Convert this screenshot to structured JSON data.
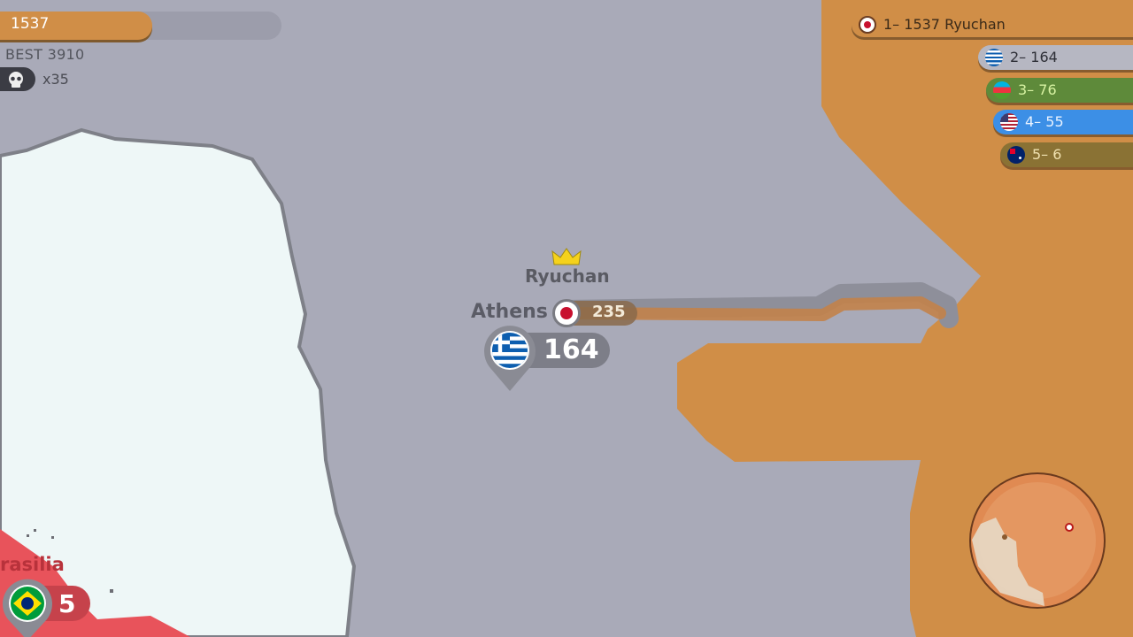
{
  "hud": {
    "score": "1537",
    "best": "BEST 3910",
    "kills": "x35"
  },
  "leaderboard": [
    {
      "rank_text": "1– 1537 Ryuchan",
      "flag": "japan-flag-icon",
      "bg": "#d08e47",
      "fg": "#3a2a18"
    },
    {
      "rank_text": "2– 164",
      "flag": "greece-flag-icon",
      "bg": "#b6b7c2",
      "fg": "#2e2f37"
    },
    {
      "rank_text": "3– 76",
      "flag": "azerbaijan-flag-icon",
      "bg": "#5e8a3a",
      "fg": "#d7f2a2"
    },
    {
      "rank_text": "4– 55",
      "flag": "usa-flag-icon",
      "bg": "#3c8fe6",
      "fg": "#e8f2ff"
    },
    {
      "rank_text": "5– 6",
      "flag": "australia-flag-icon",
      "bg": "#8a7234",
      "fg": "#f0e1b0"
    }
  ],
  "player": {
    "name": "Ryuchan",
    "trail_score": "235",
    "flag": "japan-flag-icon"
  },
  "cities": [
    {
      "name": "Athens",
      "score": "164",
      "flag": "greece-flag-icon"
    },
    {
      "name": "rasilia",
      "score": "5",
      "flag": "brazil-flag-icon"
    }
  ],
  "colors": {
    "background": "#a9aab8",
    "player_territory": "#d08e47",
    "greece_territory": "#eef7f7",
    "brazil_territory": "#e8535b"
  },
  "minimap": {
    "label": "minimap"
  }
}
